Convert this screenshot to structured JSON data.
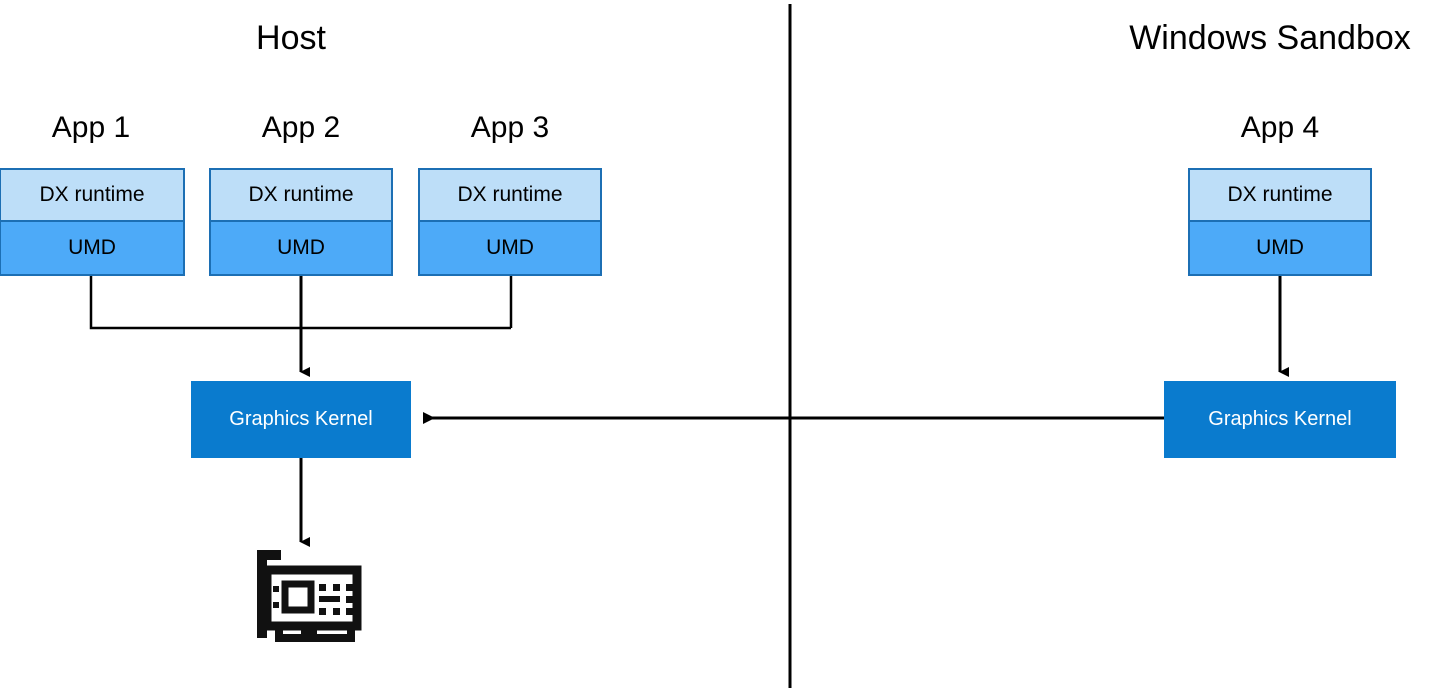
{
  "diagram": {
    "title_left": "Host",
    "title_right": "Windows Sandbox",
    "divider_name": "boundary-divider"
  },
  "zones": [
    {
      "id": "host",
      "label": "Host"
    },
    {
      "id": "sandbox",
      "label": "Windows Sandbox"
    }
  ],
  "apps": [
    {
      "title": "App 1",
      "runtime_label": "DX runtime",
      "umd_label": "UMD",
      "zone": "host"
    },
    {
      "title": "App 2",
      "runtime_label": "DX runtime",
      "umd_label": "UMD",
      "zone": "host"
    },
    {
      "title": "App 3",
      "runtime_label": "DX runtime",
      "umd_label": "UMD",
      "zone": "host"
    },
    {
      "title": "App 4",
      "runtime_label": "DX runtime",
      "umd_label": "UMD",
      "zone": "sandbox"
    }
  ],
  "kernels": [
    {
      "id": "host-kernel",
      "label": "Graphics Kernel",
      "zone": "host"
    },
    {
      "id": "sandbox-kernel",
      "label": "Graphics Kernel",
      "zone": "sandbox"
    }
  ],
  "hardware": {
    "icon": "gpu-card-icon",
    "label": ""
  },
  "colors": {
    "runtime_fill": "#BDDEF8",
    "umd_fill": "#4DAAF8",
    "box_border": "#1C6FB4",
    "kernel_fill": "#0A7BCE",
    "kernel_text": "#FFFFFF",
    "connector": "#000000",
    "background": "#FFFFFF"
  }
}
